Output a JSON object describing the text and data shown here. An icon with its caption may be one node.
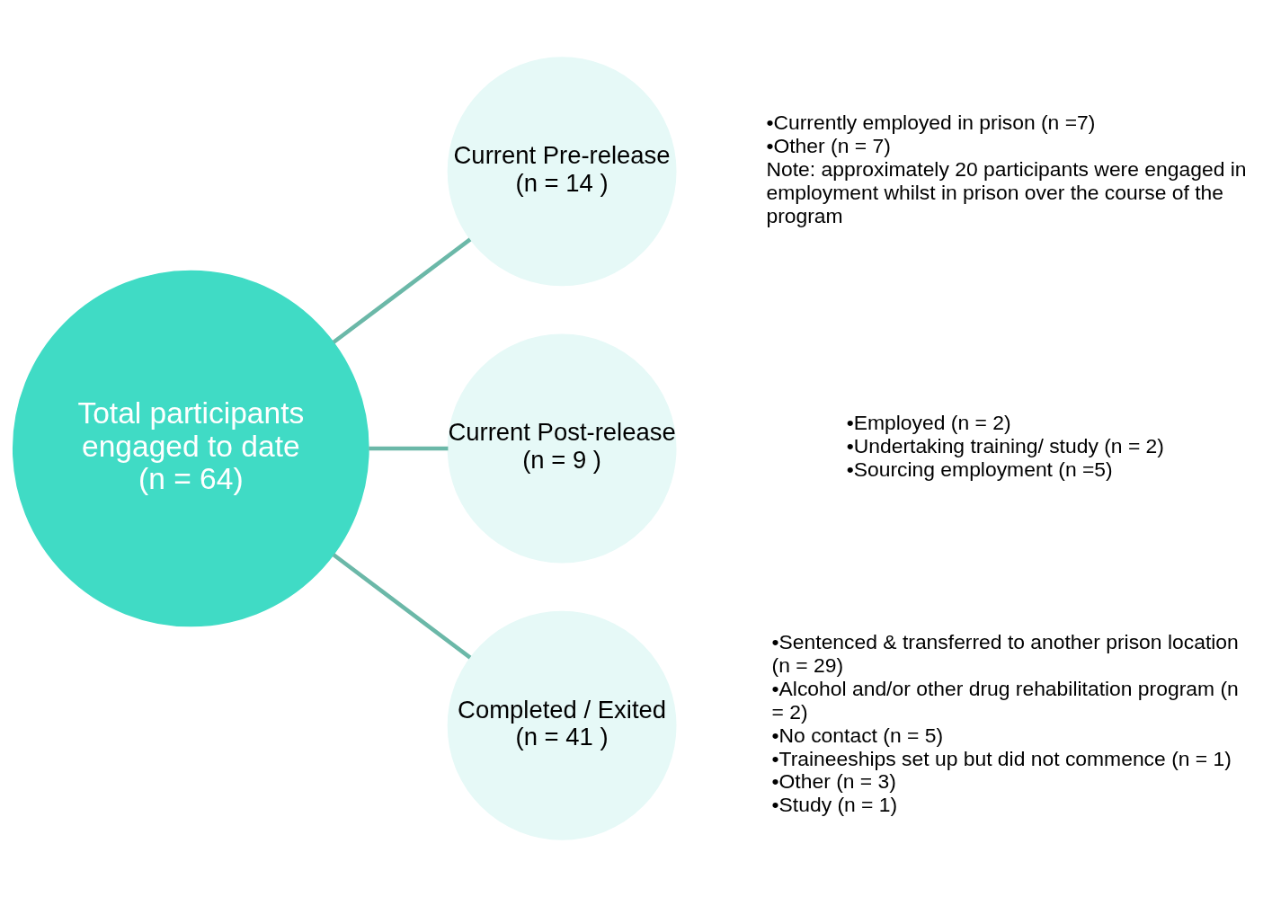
{
  "diagram": {
    "nodes": [
      {
        "text": [
          "Total participants engaged to date",
          "(n = 64)"
        ]
      },
      {
        "text": [
          "Current Pre-release",
          "(n = 14 )"
        ],
        "beside": [
          "•Currently employed in prison (n =7)",
          "•Other (n = 7)",
          "Note: approximately 20 participants were engaged in employment whilst in prison over the course of the program"
        ]
      },
      {
        "text": [
          "Current Post-release",
          "(n = 9 )"
        ],
        "beside": [
          "•Employed (n = 2)",
          "•Undertaking training/ study (n = 2)",
          "•Sourcing employment (n =5)"
        ]
      },
      {
        "text": [
          "Completed / Exited",
          "(n = 41 )"
        ],
        "beside": [
          "•Sentenced & transferred to another prison location (n = 29)",
          "•Alcohol and/or other drug rehabilitation program (n = 2)",
          "•No contact (n = 5)",
          "•Traineeships set up but did not commence (n = 1)",
          "•Other (n = 3)",
          "•Study (n = 1)"
        ]
      }
    ],
    "edges": [
      {
        "from": 0,
        "to": 1,
        "arrow": "none"
      },
      {
        "from": 0,
        "to": 2,
        "arrow": "none"
      },
      {
        "from": 0,
        "to": 3,
        "arrow": "none"
      }
    ]
  }
}
